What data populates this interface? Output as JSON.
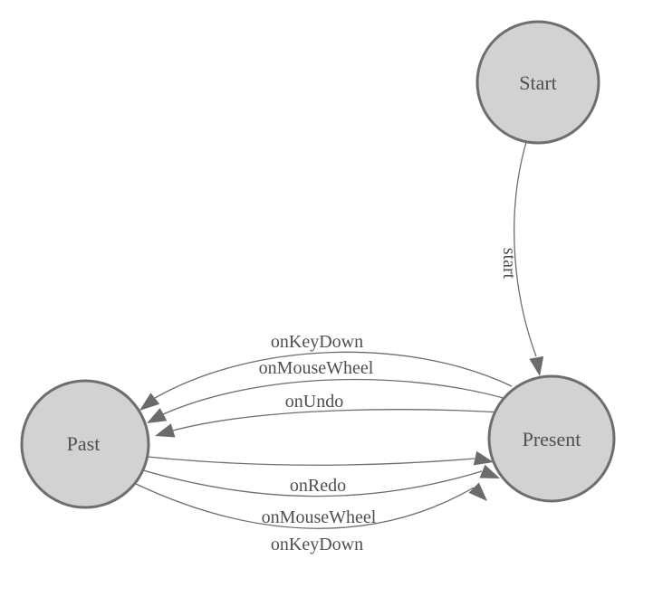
{
  "diagram": {
    "kind": "state-machine",
    "background_color": "#ffffff",
    "node_fill_color": "#d2d2d2",
    "node_border_color": "#6e6e6e",
    "edge_color": "#6e6e6e",
    "arrow_color": "#6b6b6b",
    "label_color": "#4f4f52",
    "nodes": [
      {
        "id": "start",
        "label": "Start"
      },
      {
        "id": "present",
        "label": "Present"
      },
      {
        "id": "past",
        "label": "Past"
      }
    ],
    "edges": [
      {
        "from": "Start",
        "to": "Present",
        "label": "start"
      },
      {
        "from": "Present",
        "to": "Past",
        "label": "onKeyDown"
      },
      {
        "from": "Present",
        "to": "Past",
        "label": "onMouseWheel"
      },
      {
        "from": "Present",
        "to": "Past",
        "label": "onUndo"
      },
      {
        "from": "Past",
        "to": "Present",
        "label": "onRedo"
      },
      {
        "from": "Past",
        "to": "Present",
        "label": "onMouseWheel"
      },
      {
        "from": "Past",
        "to": "Present",
        "label": "onKeyDown"
      }
    ]
  }
}
